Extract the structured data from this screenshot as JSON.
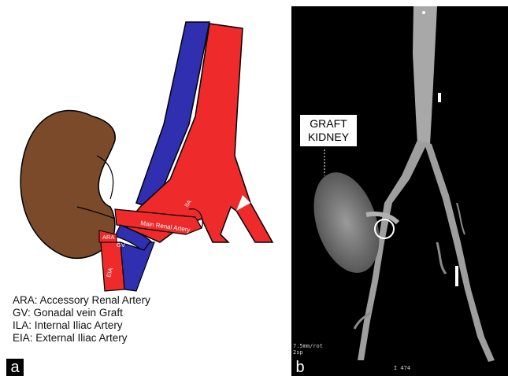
{
  "panel_a": {
    "letter": "a",
    "labels": {
      "ila": "IIA",
      "main_renal_artery": "Main Renal Artery",
      "ara": "ARA",
      "gv": "GV",
      "eia": "EIA"
    },
    "legend": [
      "ARA: Accessory Renal Artery",
      "GV: Gonadal vein Graft",
      "ILA: Internal Iliac Artery",
      "EIA: External Iliac Artery"
    ],
    "colors": {
      "kidney": "#7a4a2a",
      "artery": "#ee2a2a",
      "vein": "#2f2fb0"
    }
  },
  "panel_b": {
    "letter": "b",
    "callout": [
      "GRAFT",
      "KIDNEY"
    ],
    "scan_params": [
      "7.5mm/rot",
      "2sp"
    ],
    "image_index": "I 474"
  }
}
